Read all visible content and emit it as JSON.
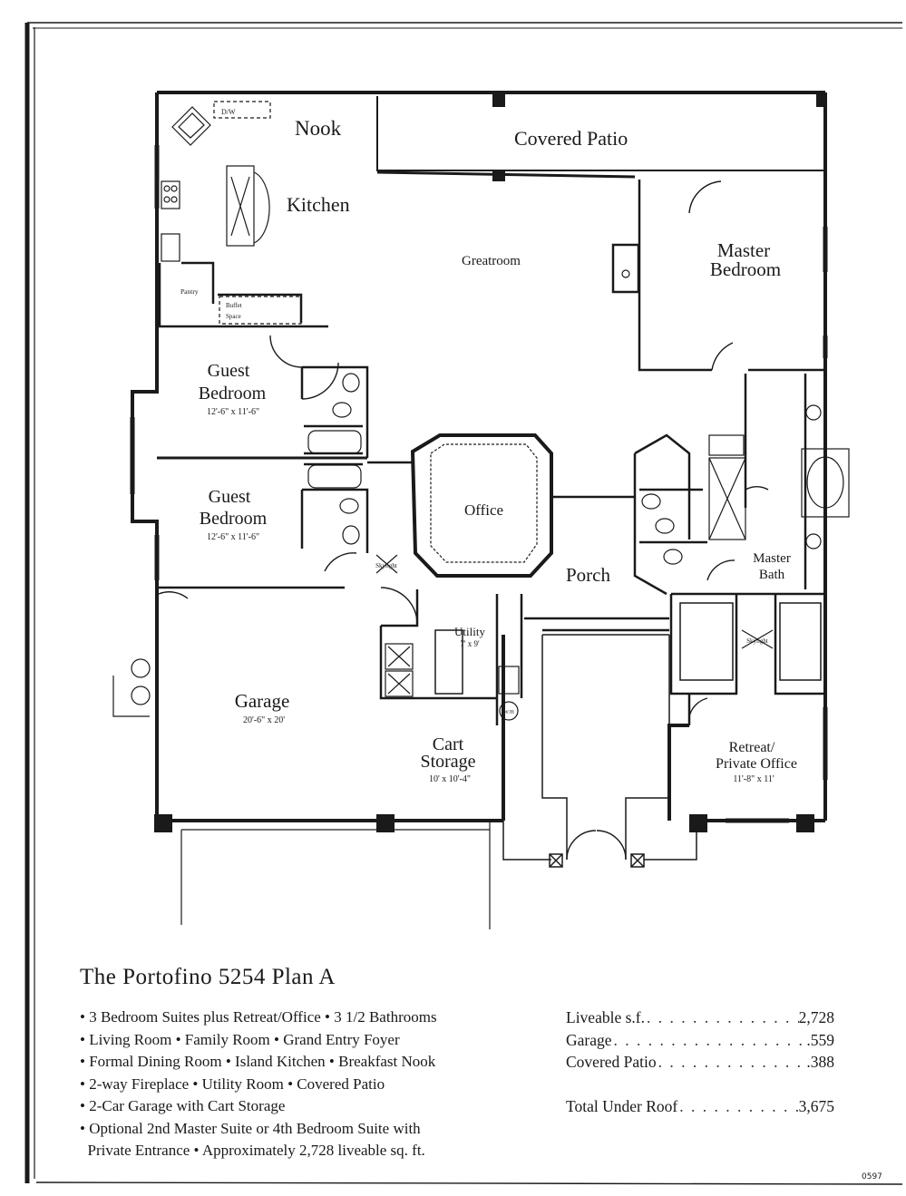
{
  "rooms": {
    "nook": "Nook",
    "covered_patio": "Covered Patio",
    "kitchen": "Kitchen",
    "greatroom": "Greatroom",
    "master_bedroom_1": "Master",
    "master_bedroom_2": "Bedroom",
    "pantry": "Pantry",
    "buffet_1": "Buffet",
    "buffet_2": "Space",
    "dw": "D/W",
    "guest_bedroom_1_a": "Guest",
    "guest_bedroom_1_b": "Bedroom",
    "guest_bedroom_1_dim": "12'-6\" x 11'-6\"",
    "guest_bedroom_2_a": "Guest",
    "guest_bedroom_2_b": "Bedroom",
    "guest_bedroom_2_dim": "12'-6\" x 11'-6\"",
    "office": "Office",
    "porch": "Porch",
    "master_bath_1": "Master",
    "master_bath_2": "Bath",
    "skylight": "Skylight",
    "utility": "Utility",
    "utility_dim": "7' x 9'",
    "garage": "Garage",
    "garage_dim": "20'-6\" x 20'",
    "cart_storage_1": "Cart",
    "cart_storage_2": "Storage",
    "cart_storage_dim": "10' x 10'-4\"",
    "retreat_1": "Retreat/",
    "retreat_2": "Private Office",
    "retreat_dim": "11'-8\" x 11'",
    "wh": "W/H"
  },
  "title": "The Portofino 5254 Plan A",
  "features": [
    "• 3 Bedroom Suites plus Retreat/Office • 3 1/2 Bathrooms",
    "• Living Room • Family Room • Grand Entry Foyer",
    "• Formal Dining Room  • Island Kitchen • Breakfast Nook",
    "• 2-way Fireplace • Utility Room • Covered Patio",
    "• 2-Car Garage with Cart Storage",
    "• Optional 2nd Master Suite or 4th Bedroom Suite with",
    "  Private Entrance • Approximately 2,728 liveable sq. ft."
  ],
  "stats": [
    {
      "label": "Liveable s.f.",
      "value": "2,728"
    },
    {
      "label": "Garage",
      "value": ".559"
    },
    {
      "label": "Covered Patio",
      "value": ".388"
    }
  ],
  "total": {
    "label": "Total Under Roof",
    "value": "3,675"
  },
  "code": "0597",
  "colors": {
    "ink": "#1a1a1a",
    "paper": "#ffffff"
  }
}
